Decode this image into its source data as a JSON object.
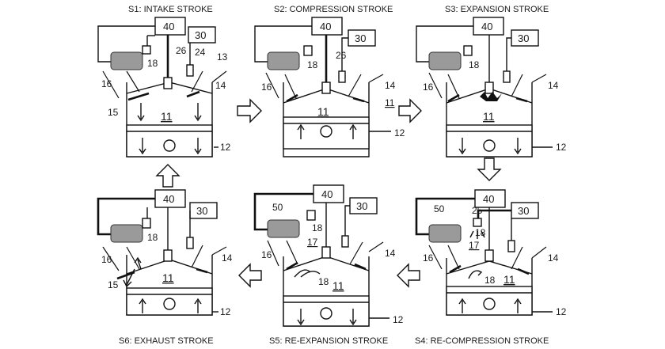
{
  "panels": [
    {
      "id": "S1",
      "title": "S1: INTAKE STROKE",
      "labels": [
        "40",
        "30",
        "26",
        "24",
        "13",
        "18",
        "16",
        "14",
        "15",
        "11",
        "12"
      ],
      "intake_open": true,
      "exhaust_open": false,
      "piston": "down",
      "spark": false
    },
    {
      "id": "S2",
      "title": "S2: COMPRESSION STROKE",
      "labels": [
        "40",
        "30",
        "26",
        "18",
        "16",
        "14",
        "11",
        "11",
        "12"
      ],
      "intake_open": false,
      "exhaust_open": false,
      "piston": "up",
      "spark": false
    },
    {
      "id": "S3",
      "title": "S3: EXPANSION STROKE",
      "labels": [
        "40",
        "30",
        "18",
        "16",
        "14",
        "11",
        "12"
      ],
      "intake_open": false,
      "exhaust_open": false,
      "piston": "down",
      "spark": true
    },
    {
      "id": "S4",
      "title": "S4: RE-COMPRESSION STROKE",
      "labels": [
        "40",
        "30",
        "50",
        "25",
        "18",
        "17",
        "16",
        "14",
        "18",
        "11",
        "12"
      ],
      "intake_open": false,
      "exhaust_open": false,
      "piston": "up",
      "spark": false
    },
    {
      "id": "S5",
      "title": "S5: RE-EXPANSION STROKE",
      "labels": [
        "40",
        "30",
        "50",
        "18",
        "17",
        "16",
        "14",
        "18",
        "11",
        "12"
      ],
      "intake_open": false,
      "exhaust_open": false,
      "piston": "down",
      "spark": false
    },
    {
      "id": "S6",
      "title": "S6: EXHAUST STROKE",
      "labels": [
        "40",
        "30",
        "18",
        "16",
        "14",
        "15",
        "11",
        "12"
      ],
      "intake_open": false,
      "exhaust_open": true,
      "piston": "up",
      "spark": false
    }
  ]
}
